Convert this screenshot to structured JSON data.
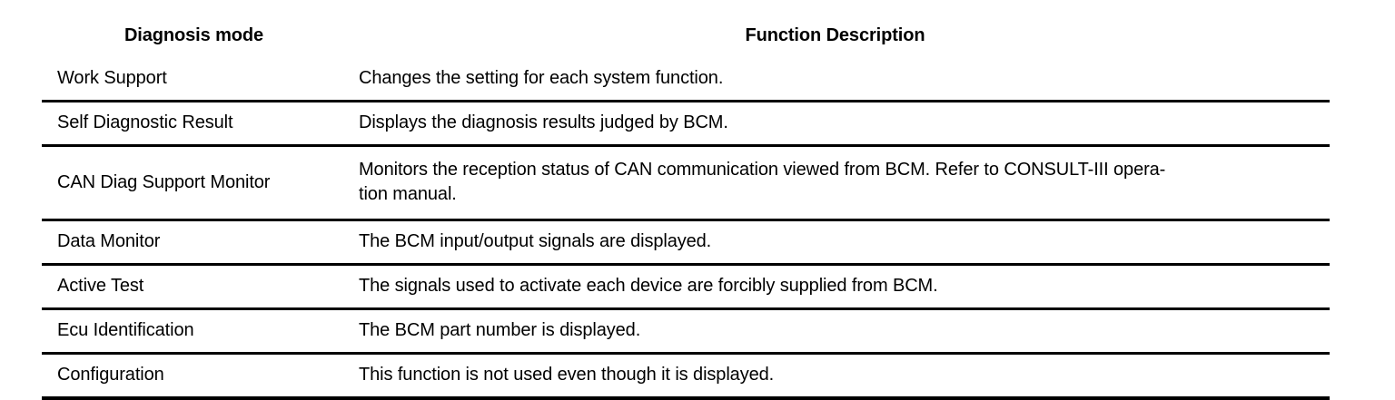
{
  "table": {
    "columns": [
      {
        "key": "mode",
        "header": "Diagnosis mode",
        "align": "center"
      },
      {
        "key": "description",
        "header": "Function Description",
        "align": "center"
      }
    ],
    "rows": [
      {
        "mode": "Work Support",
        "description": "Changes the setting for each system function."
      },
      {
        "mode": "Self Diagnostic Result",
        "description": "Displays the diagnosis results judged by BCM."
      },
      {
        "mode": "CAN Diag Support Monitor",
        "description": "Monitors the reception status of CAN communication viewed from BCM. Refer to CONSULT-III opera-",
        "description_line2": "tion manual."
      },
      {
        "mode": "Data Monitor",
        "description": "The BCM input/output signals are displayed."
      },
      {
        "mode": "Active Test",
        "description": "The signals used to activate each device are forcibly supplied from BCM."
      },
      {
        "mode": "Ecu Identification",
        "description": "The BCM part number is displayed."
      },
      {
        "mode": "Configuration",
        "description": "This function is not used even though it is displayed."
      }
    ]
  },
  "style": {
    "text_color": "#000000",
    "rule_color": "#000000",
    "background": "#ffffff"
  }
}
